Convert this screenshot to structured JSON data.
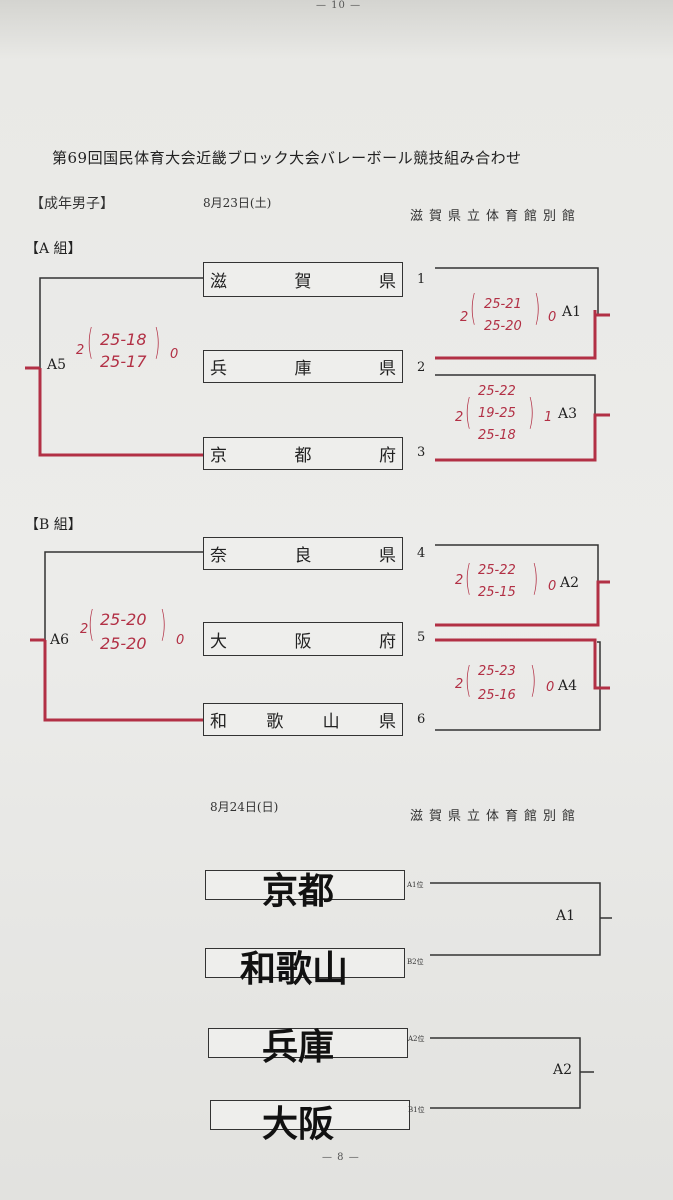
{
  "page_numbers": {
    "top": "— 10 —",
    "bottom": "— 8 —"
  },
  "title": "第69回国民体育大会近畿ブロック大会バレーボール競技組み合わせ",
  "category": "【成年男子】",
  "day1": {
    "date": "8月23日(土)",
    "venue": "滋賀県立体育館別館"
  },
  "groupA": {
    "label": "【A 組】",
    "teams": [
      {
        "chars": [
          "滋",
          "賀",
          "県"
        ],
        "num": "1"
      },
      {
        "chars": [
          "兵",
          "庫",
          "県"
        ],
        "num": "2"
      },
      {
        "chars": [
          "京",
          "都",
          "府"
        ],
        "num": "3"
      }
    ],
    "match_labels": {
      "a5": "A5",
      "a1": "A1",
      "a3": "A3"
    },
    "scores": {
      "a5": {
        "left": "2",
        "sets": [
          "25-18",
          "25-17"
        ],
        "right": "0"
      },
      "a1": {
        "left": "2",
        "sets": [
          "25-21",
          "25-20"
        ],
        "right": "0"
      },
      "a3": {
        "left": "2",
        "sets": [
          "25-22",
          "19-25",
          "25-18"
        ],
        "right": "1"
      }
    }
  },
  "groupB": {
    "label": "【B 組】",
    "teams": [
      {
        "chars": [
          "奈",
          "良",
          "県"
        ],
        "num": "4"
      },
      {
        "chars": [
          "大",
          "阪",
          "府"
        ],
        "num": "5"
      },
      {
        "chars": [
          "和",
          "歌",
          "山",
          "県"
        ],
        "num": "6"
      }
    ],
    "match_labels": {
      "a6": "A6",
      "a2": "A2",
      "a4": "A4"
    },
    "scores": {
      "a6": {
        "left": "2",
        "sets": [
          "25-20",
          "25-20"
        ],
        "right": "0"
      },
      "a2": {
        "left": "2",
        "sets": [
          "25-22",
          "25-15"
        ],
        "right": "0"
      },
      "a4": {
        "left": "2",
        "sets": [
          "25-23",
          "25-16"
        ],
        "right": "0"
      }
    }
  },
  "day2": {
    "date": "8月24日(日)",
    "venue": "滋賀県立体育館別館",
    "slots": [
      {
        "seed": "A1位",
        "team": "京都"
      },
      {
        "seed": "B2位",
        "team": "和歌山"
      },
      {
        "seed": "A2位",
        "team": "兵庫"
      },
      {
        "seed": "B1位",
        "team": "大阪"
      }
    ],
    "match_labels": {
      "a1": "A1",
      "a2": "A2"
    }
  },
  "colors": {
    "ink": "#222222",
    "red_pen": "#b23045",
    "paper": "#ececea"
  }
}
